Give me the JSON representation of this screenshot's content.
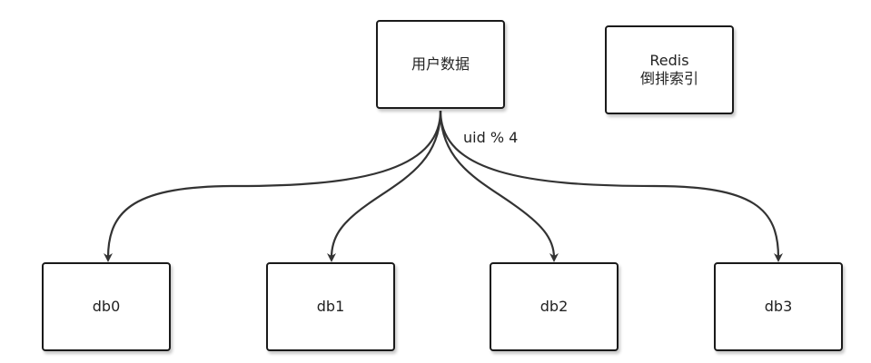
{
  "nodes": {
    "user_data": "用户数据",
    "redis_line1": "Redis",
    "redis_line2": "倒排索引",
    "db0": "db0",
    "db1": "db1",
    "db2": "db2",
    "db3": "db3"
  },
  "edge_label": "uid % 4",
  "colors": {
    "stroke": "#1a1a1a",
    "text": "#222222",
    "background": "#ffffff"
  }
}
